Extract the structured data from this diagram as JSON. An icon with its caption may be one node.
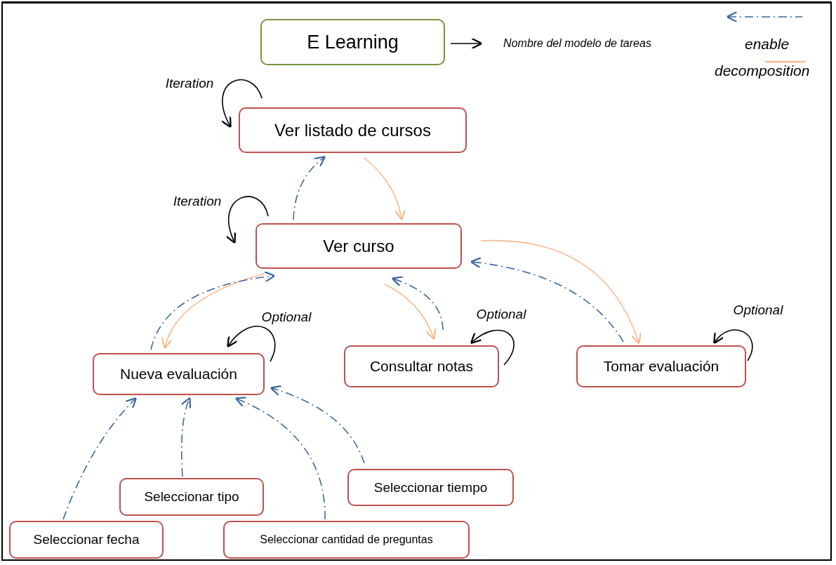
{
  "diagram": {
    "nodes": [
      {
        "text": [
          "E Learning"
        ]
      },
      {
        "text": [
          "Nombre del modelo de tareas"
        ]
      },
      {
        "text": [
          "Ver listado de cursos"
        ]
      },
      {
        "text": [
          "Ver curso"
        ]
      },
      {
        "text": [
          "Nueva evaluación"
        ]
      },
      {
        "text": [
          "Consultar notas"
        ]
      },
      {
        "text": [
          "Tomar evaluación"
        ]
      },
      {
        "text": [
          "Seleccionar tiempo"
        ]
      },
      {
        "text": [
          "Seleccionar tipo"
        ]
      },
      {
        "text": [
          "Seleccionar fecha"
        ]
      },
      {
        "text": [
          "Seleccionar cantidad de preguntas"
        ]
      }
    ],
    "edges": [
      {
        "from": 0,
        "to": 1,
        "arrow": "to",
        "color": "#000000"
      },
      {
        "from": 2,
        "to": 3,
        "arrow": "to",
        "color": "#f9b98c"
      },
      {
        "from": 3,
        "to": 2,
        "arrow": "to",
        "style": "dashed"
      },
      {
        "from": 3,
        "to": 4,
        "arrow": "to",
        "color": "#f9b98c"
      },
      {
        "from": 4,
        "to": 3,
        "arrow": "to",
        "style": "dashed"
      },
      {
        "from": 3,
        "to": 5,
        "arrow": "to",
        "color": "#f9b98c"
      },
      {
        "from": 5,
        "to": 3,
        "arrow": "to",
        "style": "dashed"
      },
      {
        "from": 3,
        "to": 6,
        "arrow": "to",
        "color": "#f9b98c"
      },
      {
        "from": 6,
        "to": 3,
        "arrow": "to",
        "style": "dashed"
      },
      {
        "from": 7,
        "to": 4,
        "arrow": "to",
        "style": "dashed"
      },
      {
        "from": 10,
        "to": 4,
        "arrow": "to",
        "style": "dashed"
      },
      {
        "from": 8,
        "to": 4,
        "arrow": "to",
        "style": "dashed"
      },
      {
        "from": 9,
        "to": 4,
        "arrow": "to",
        "style": "dashed"
      },
      {
        "from": 2,
        "to": 2,
        "arrow": "to",
        "label": "Iteration",
        "color": "#000000"
      },
      {
        "from": 3,
        "to": 3,
        "arrow": "to",
        "label": "Iteration",
        "color": "#000000"
      },
      {
        "from": 4,
        "to": 4,
        "arrow": "to",
        "label": "Optional",
        "color": "#000000"
      },
      {
        "from": 5,
        "to": 5,
        "arrow": "to",
        "label": "Optional",
        "color": "#000000"
      },
      {
        "from": 6,
        "to": 6,
        "arrow": "to",
        "label": "Optional",
        "color": "#000000"
      }
    ],
    "legend": [
      {
        "text": "enable"
      },
      {
        "text": "decomposition"
      }
    ]
  }
}
